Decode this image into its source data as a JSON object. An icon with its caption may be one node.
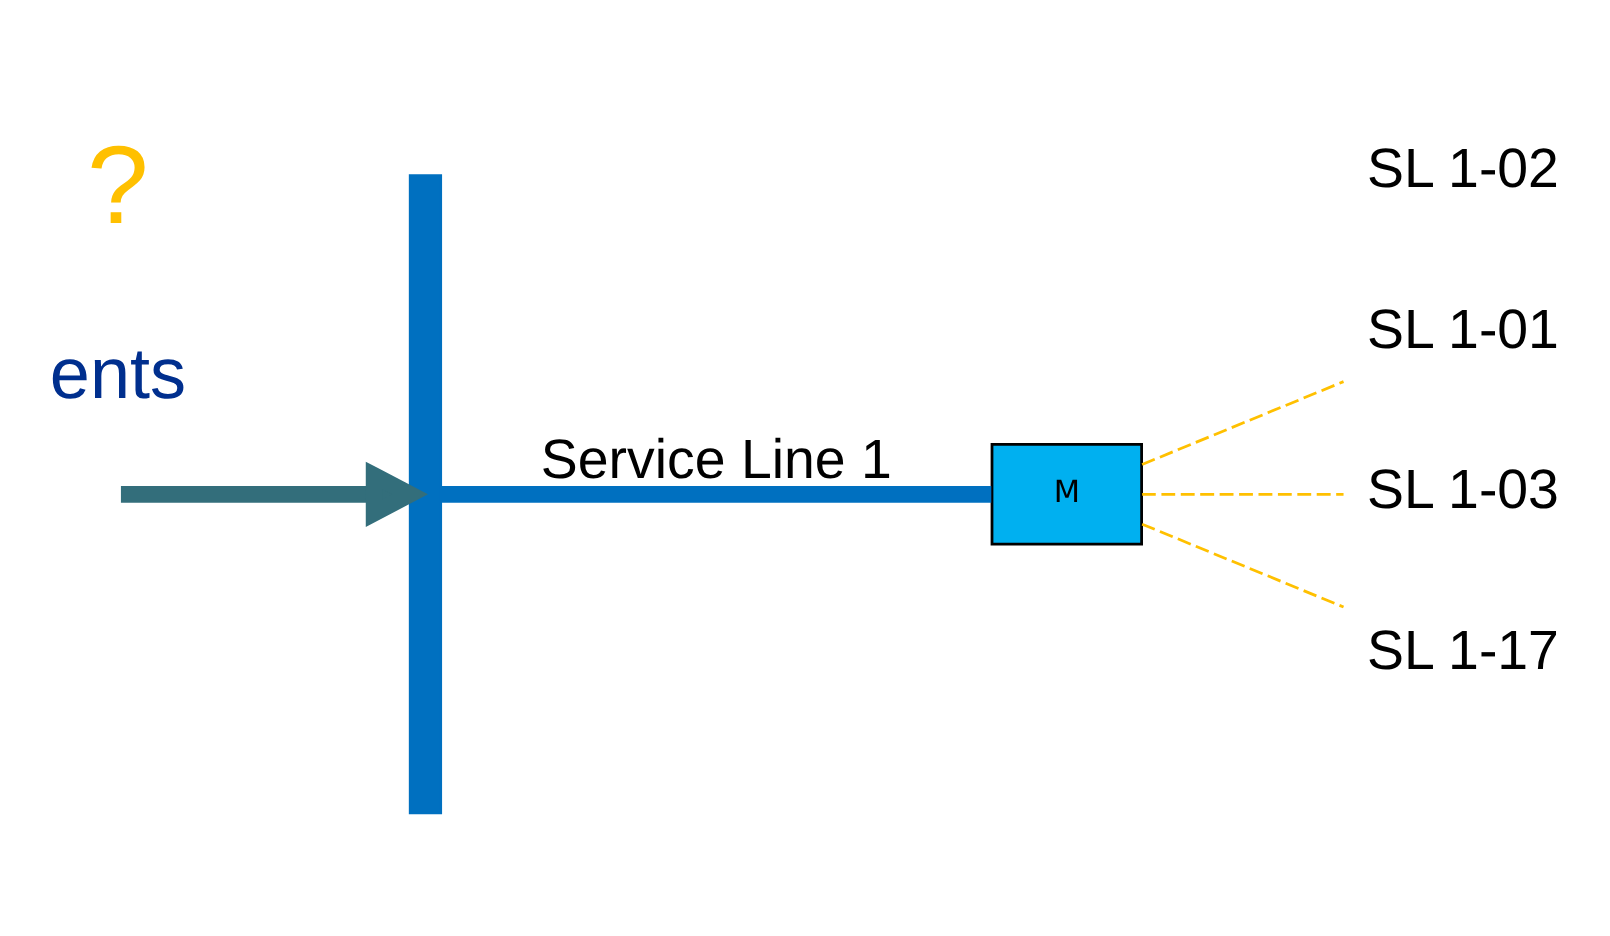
{
  "diagram": {
    "nodes": [
      {
        "text": [],
        "shape": "bar"
      },
      {
        "text": [
          "M"
        ]
      },
      {
        "text": [
          "SL 1-01"
        ]
      },
      {
        "text": [
          "SL 1-02"
        ]
      },
      {
        "text": [
          "SL 1-03"
        ]
      },
      {
        "text": [
          "SL 1-17"
        ]
      }
    ],
    "edges": [
      {
        "from": null,
        "to": 0,
        "arrow": "to",
        "style": "thick",
        "color": "#336e7b"
      },
      {
        "from": 0,
        "to": 1,
        "arrow": "none",
        "label": "Service Line 1",
        "style": "thick",
        "color": "#0070c0"
      },
      {
        "from": 1,
        "to": 2,
        "arrow": "none",
        "style": "dashed"
      },
      {
        "from": 1,
        "to": 4,
        "arrow": "none",
        "style": "dashed"
      },
      {
        "from": 1,
        "to": 5,
        "arrow": "none",
        "style": "dashed"
      }
    ],
    "labels": [
      "ents",
      "?"
    ]
  }
}
